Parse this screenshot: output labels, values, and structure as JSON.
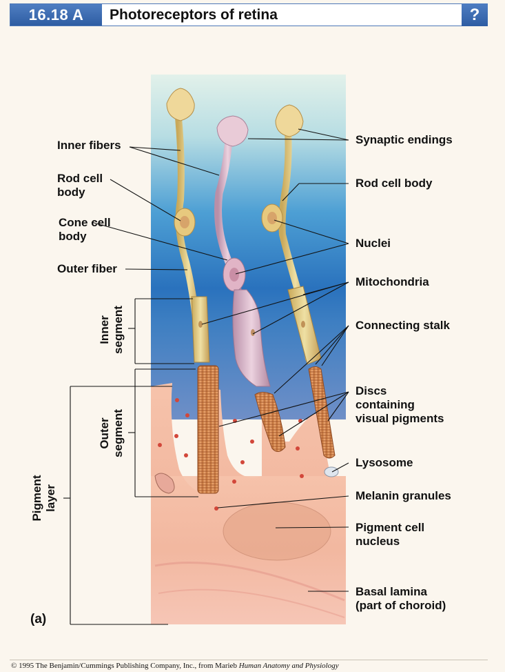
{
  "header": {
    "figure_number": "16.18 A",
    "title": "Photoreceptors of retina",
    "help_label": "?"
  },
  "labels": {
    "inner_fibers": "Inner fibers",
    "rod_cell_body_left": "Rod cell\nbody",
    "cone_cell_body": "Cone cell\nbody",
    "outer_fiber": "Outer fiber",
    "inner_segment": "Inner\nsegment",
    "outer_segment": "Outer\nsegment",
    "pigment_layer": "Pigment\nlayer",
    "synaptic_endings": "Synaptic endings",
    "rod_cell_body_right": "Rod cell body",
    "nuclei": "Nuclei",
    "mitochondria": "Mitochondria",
    "connecting_stalk": "Connecting stalk",
    "discs": "Discs\ncontaining\nvisual pigments",
    "lysosome": "Lysosome",
    "melanin_granules": "Melanin granules",
    "pigment_cell_nucleus": "Pigment cell\nnucleus",
    "basal_lamina": "Basal lamina\n(part of choroid)",
    "panel": "(a)"
  },
  "footer": {
    "copyright": "© 1995 The Benjamin/Cummings Publishing Company, Inc., from Marieb",
    "book_title": "Human Anatomy and Physiology"
  },
  "colors": {
    "header_blue": "#3a69ae",
    "background_top": "#dcefe8",
    "background_mid": "#2e7fc4",
    "pigment_tissue": "#f0b89a",
    "rod_cell": "#e8d08a",
    "cone_cell": "#d9b7c8"
  }
}
